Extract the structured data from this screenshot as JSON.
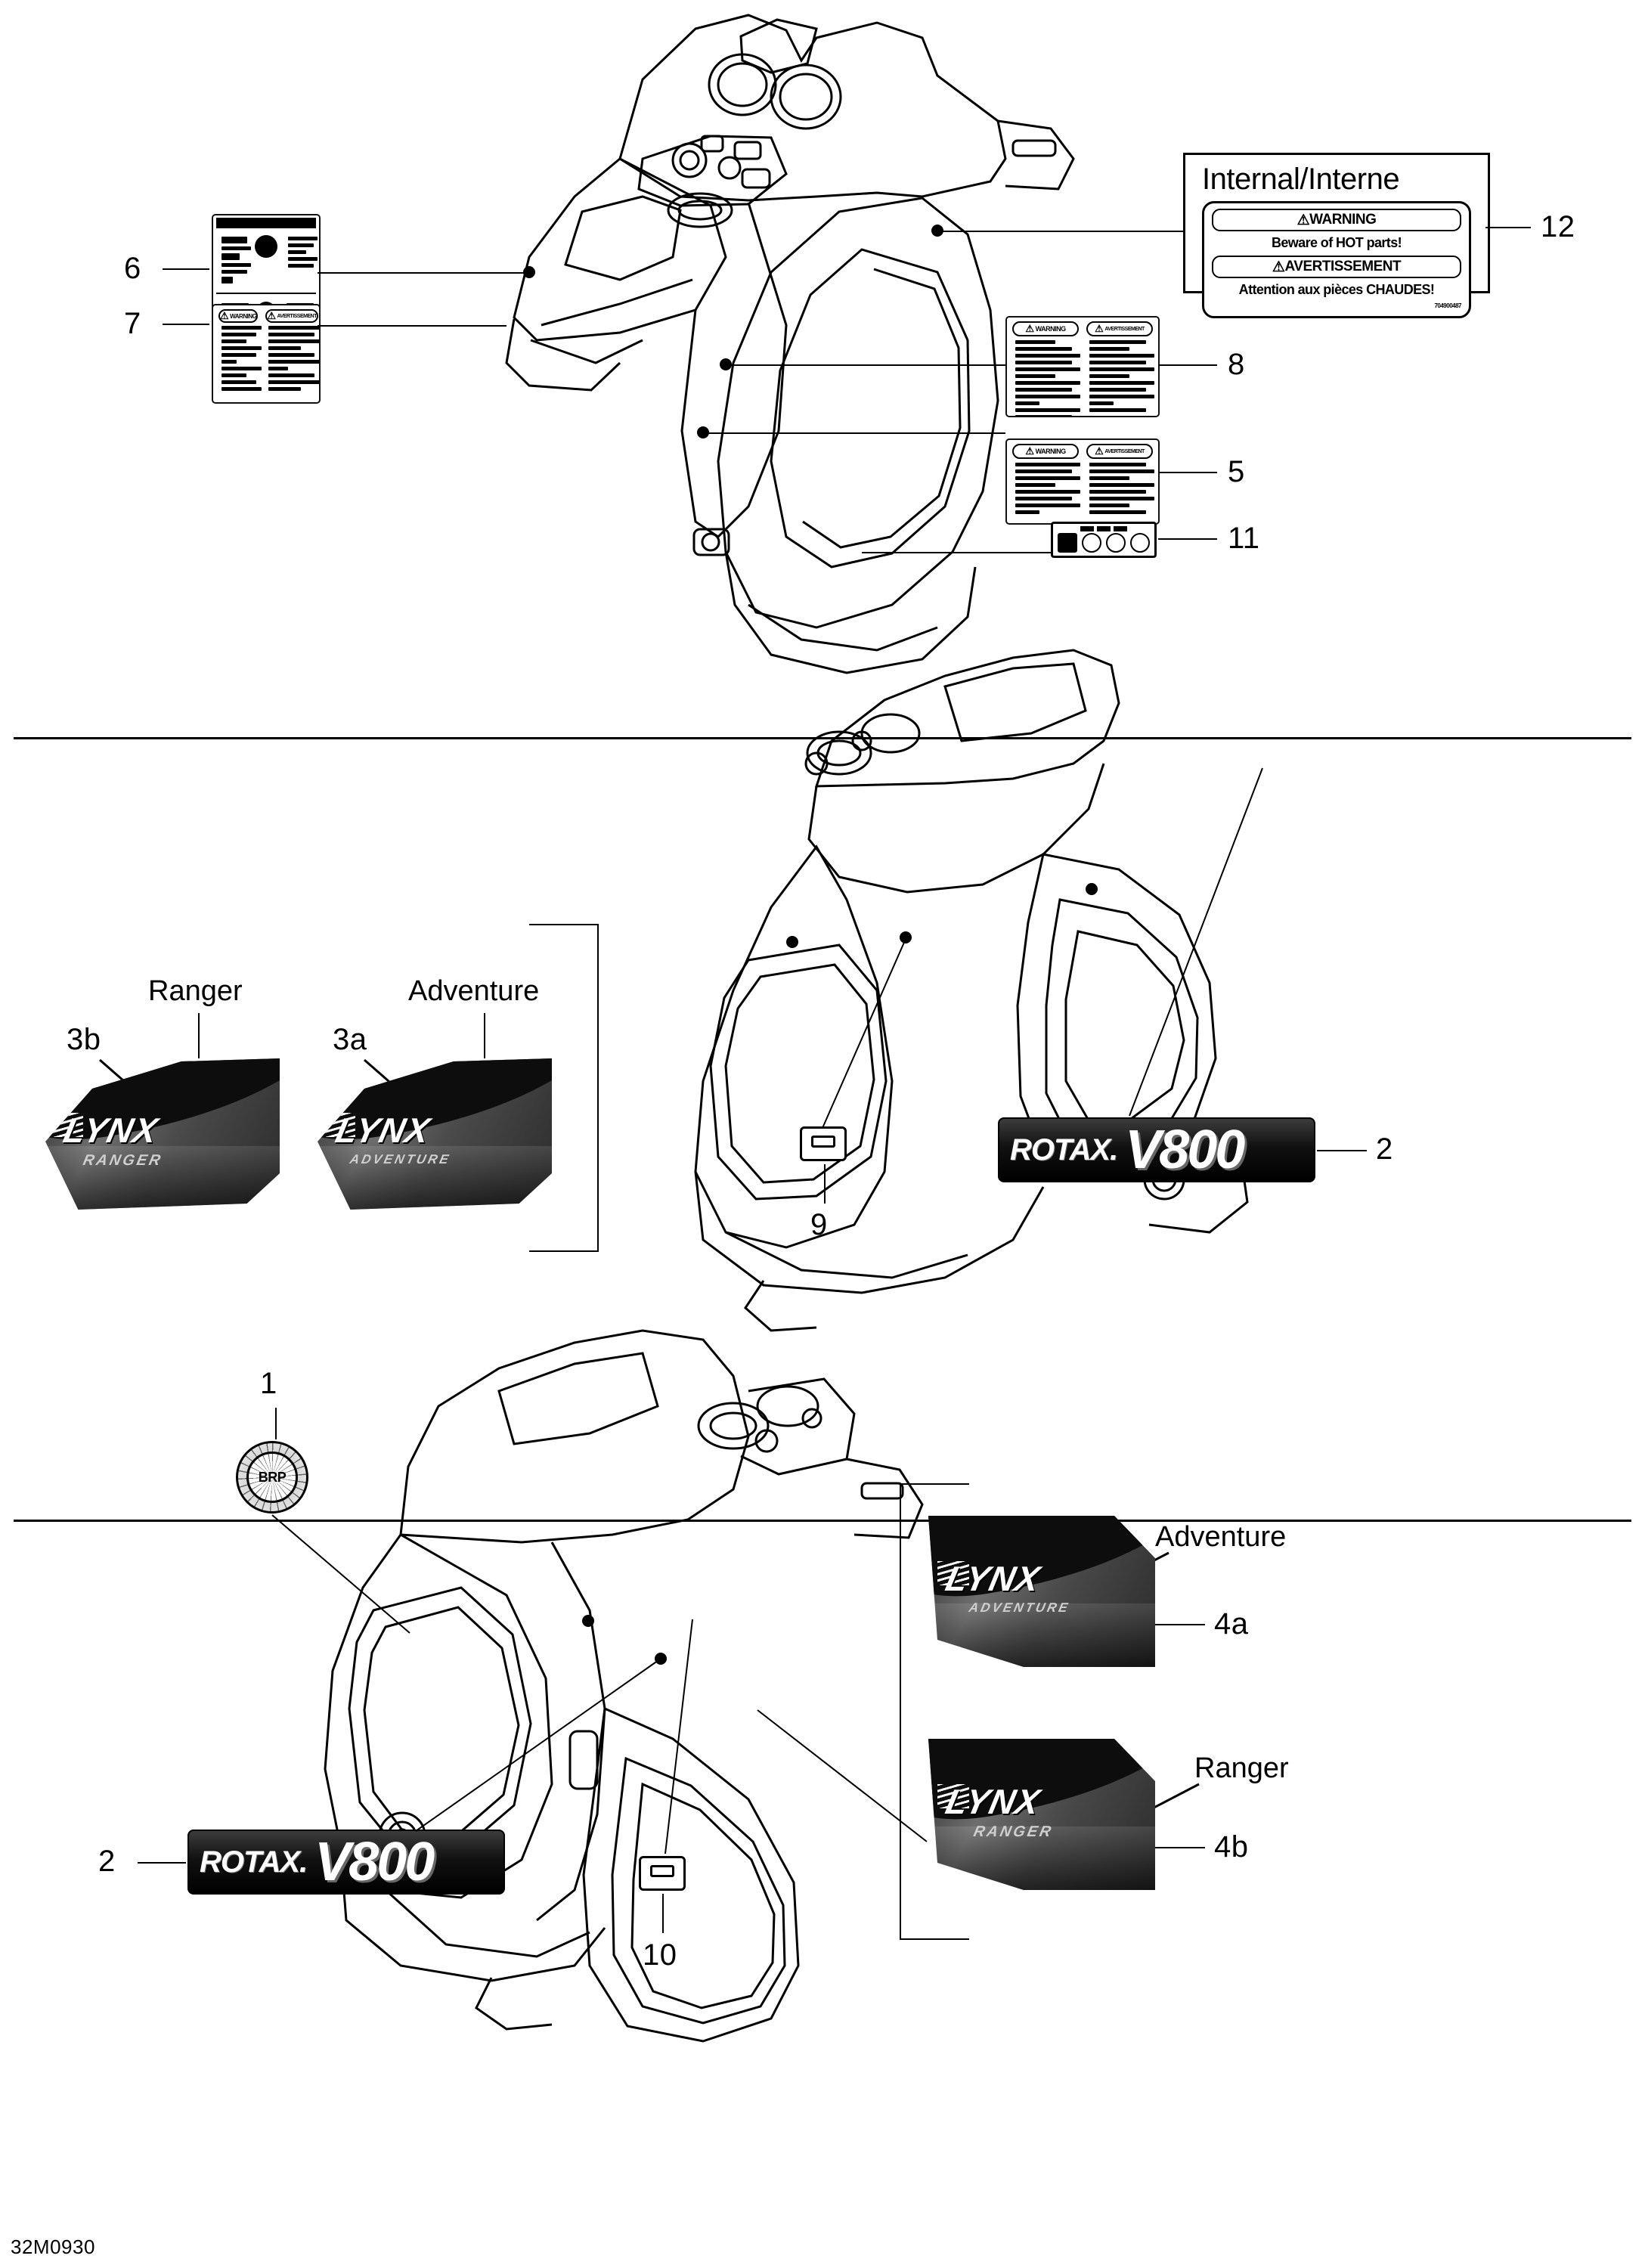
{
  "document": {
    "footer_code": "32M0930",
    "sheet_type": "parts-catalog-decals"
  },
  "sections": [
    {
      "id": "section-1",
      "name": "hood-and-console-decals"
    },
    {
      "id": "section-2",
      "name": "side-panel-decals-right"
    },
    {
      "id": "section-3",
      "name": "side-panel-decals-left"
    }
  ],
  "callouts": {
    "n1": "1",
    "n2": "2",
    "n2b": "2",
    "n3a": "3a",
    "n3b": "3b",
    "n4a": "4a",
    "n4b": "4b",
    "n5": "5",
    "n6": "6",
    "n7": "7",
    "n8": "8",
    "n9": "9",
    "n10": "10",
    "n11": "11",
    "n12": "12"
  },
  "variant_labels": {
    "ranger_top": "Ranger",
    "adventure_top": "Adventure",
    "adventure_right": "Adventure",
    "ranger_right": "Ranger"
  },
  "internal_label": {
    "title": "Internal/Interne",
    "warning_en_header": "WARNING",
    "warning_en_text": "Beware of HOT parts!",
    "warning_fr_header": "AVERTISSEMENT",
    "warning_fr_text": "Attention aux pièces CHAUDES!",
    "part_code": "704900487",
    "triangle_glyph": "⚠"
  },
  "warning_decals": {
    "item8": {
      "name": "operating-warning-decal",
      "header_left": "WARNING",
      "header_right": "AVERTISSEMENT"
    },
    "item5": {
      "name": "safety-warning-decal",
      "header_left": "WARNING",
      "header_right": "AVERTISSEMENT"
    },
    "item6": {
      "name": "instruction-decal"
    },
    "item7": {
      "name": "bilingual-warning-decal",
      "header_left": "WARNING",
      "header_right": "AVERTISSEMENT"
    }
  },
  "badges": {
    "rotax": {
      "brand": "ROTAX.",
      "model": "V800"
    },
    "brp": {
      "text": "BRP"
    }
  },
  "lynx_decals": {
    "wordmark": "LYNX",
    "ranger_sub": "RANGER",
    "adventure_sub": "ADVENTURE"
  },
  "colors": {
    "ink": "#000000",
    "paper": "#ffffff",
    "decal_dark": "#1a1a1a",
    "decal_mid": "#6e6e6e",
    "decal_light": "#cfcfcf"
  }
}
